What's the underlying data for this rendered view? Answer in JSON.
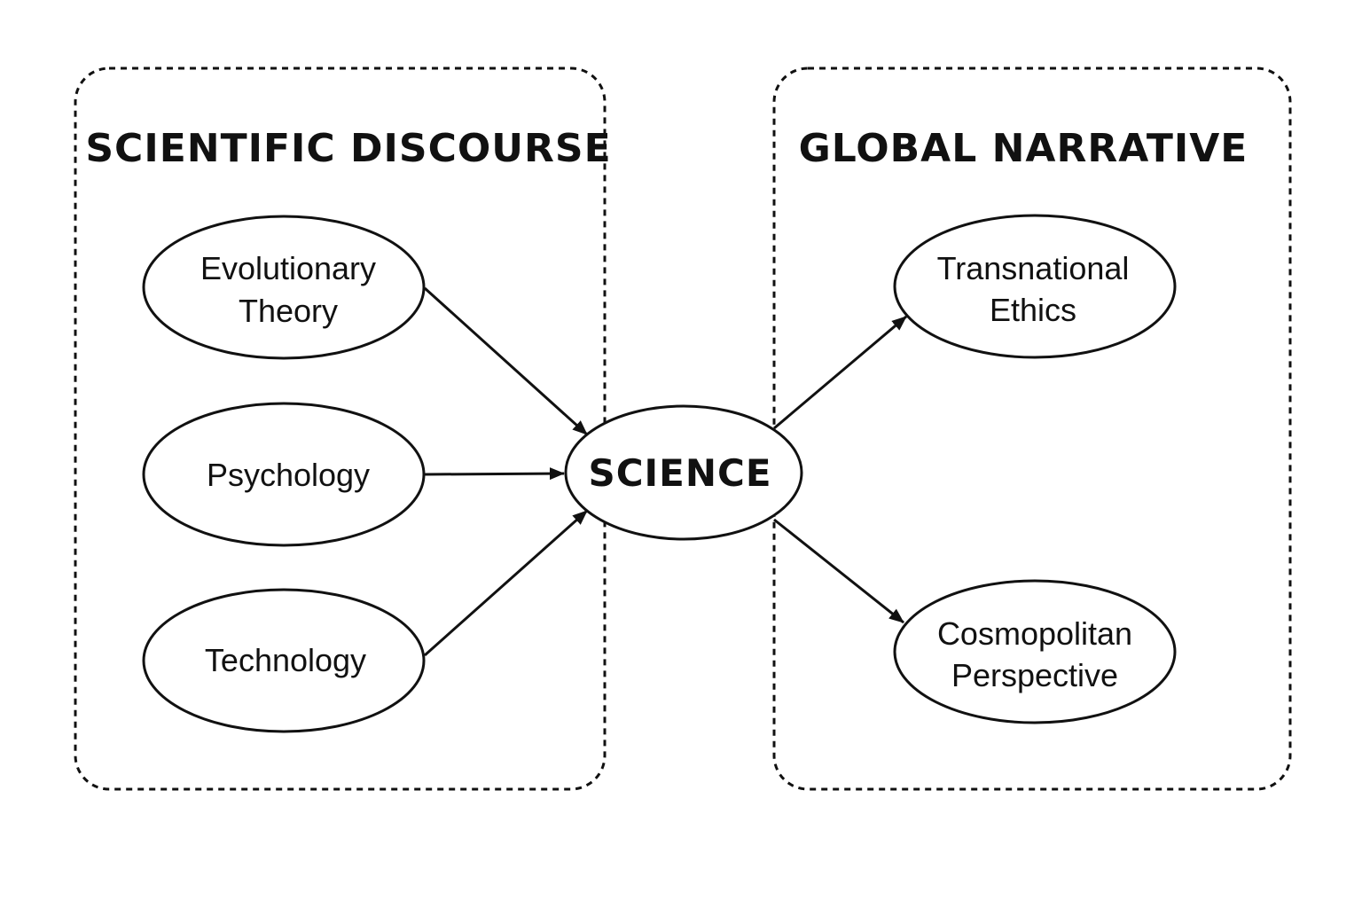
{
  "groups": {
    "left": {
      "title": "SCIENTIFIC DISCOURSE"
    },
    "right": {
      "title": "GLOBAL NARRATIVE"
    }
  },
  "nodes": {
    "evolutionary": {
      "line1": "Evolutionary",
      "line2": "Theory"
    },
    "psychology": {
      "label": "Psychology"
    },
    "technology": {
      "label": "Technology"
    },
    "science": {
      "label": "SCIENCE"
    },
    "transnational": {
      "line1": "Transnational",
      "line2": "Ethics"
    },
    "cosmopolitan": {
      "line1": "Cosmopolitan",
      "line2": "Perspective"
    }
  },
  "edges": [
    {
      "from": "Evolutionary Theory",
      "to": "SCIENCE"
    },
    {
      "from": "Psychology",
      "to": "SCIENCE"
    },
    {
      "from": "Technology",
      "to": "SCIENCE"
    },
    {
      "from": "SCIENCE",
      "to": "Transnational Ethics"
    },
    {
      "from": "SCIENCE",
      "to": "Cosmopolitan Perspective"
    }
  ],
  "colors": {
    "stroke": "#111111",
    "background": "#ffffff"
  }
}
